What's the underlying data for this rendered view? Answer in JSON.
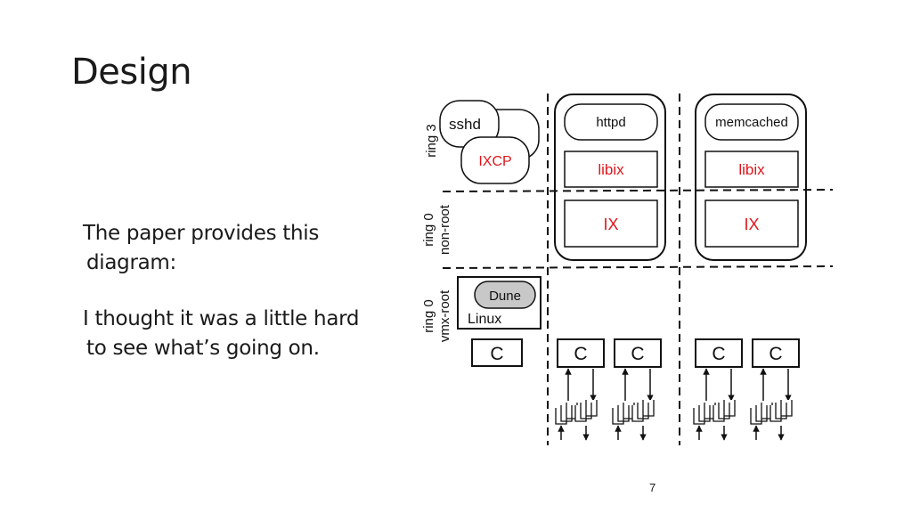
{
  "slide": {
    "title": "Design",
    "paragraphs": [
      {
        "line1": "The paper provides this",
        "line2": "diagram:"
      },
      {
        "line1": "I thought it was a little hard",
        "line2": "to see what’s going on."
      }
    ],
    "page_number": "7"
  },
  "diagram": {
    "rows": {
      "ring3": "ring 3",
      "ring0_nonroot_a": "ring 0",
      "ring0_nonroot_b": "non-root",
      "ring0_vmxroot_a": "ring 0",
      "ring0_vmxroot_b": "vmx-root"
    },
    "control_plane": {
      "sshd": "sshd",
      "ixcp": "IXCP",
      "dune": "Dune",
      "linux": "Linux",
      "core": "C"
    },
    "apps": [
      {
        "app": "httpd",
        "lib": "libix",
        "kernel": "IX",
        "cores": [
          "C",
          "C"
        ]
      },
      {
        "app": "memcached",
        "lib": "libix",
        "kernel": "IX",
        "cores": [
          "C",
          "C"
        ]
      }
    ],
    "colors": {
      "ix_red": "#e0161b",
      "dune_fill": "#c8c8c8",
      "stroke": "#111111"
    }
  }
}
